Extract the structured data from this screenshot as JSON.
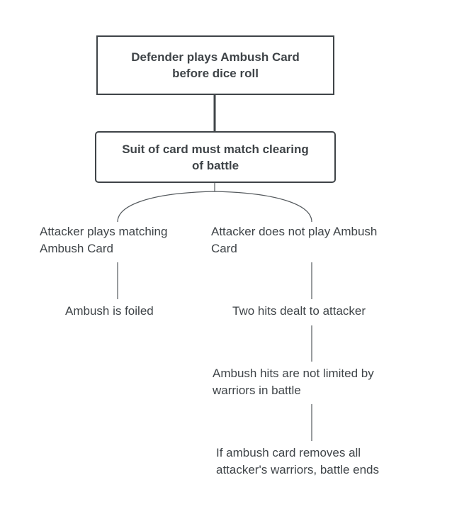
{
  "root": {
    "lines": [
      "Defender plays Ambush Card",
      "before dice roll"
    ]
  },
  "condition": {
    "lines": [
      "Suit of card must match clearing",
      "of battle"
    ]
  },
  "branches": {
    "left": {
      "label_lines": [
        "Attacker plays matching",
        "Ambush Card"
      ],
      "outcome": "Ambush is foiled"
    },
    "right": {
      "label_lines": [
        "Attacker does not play Ambush",
        "Card"
      ],
      "outcomes": [
        {
          "lines": [
            "Two hits dealt to attacker"
          ]
        },
        {
          "lines": [
            "Ambush hits are not limited by",
            "warriors in battle"
          ]
        },
        {
          "lines": [
            "If ambush card removes all",
            "attacker's warriors, battle ends"
          ]
        }
      ]
    }
  },
  "colors": {
    "text": "#3f4448",
    "box_border": "#3f4448",
    "connector_thin": "#555a5e",
    "connector_thick": "#3f4448",
    "background": "#ffffff"
  }
}
